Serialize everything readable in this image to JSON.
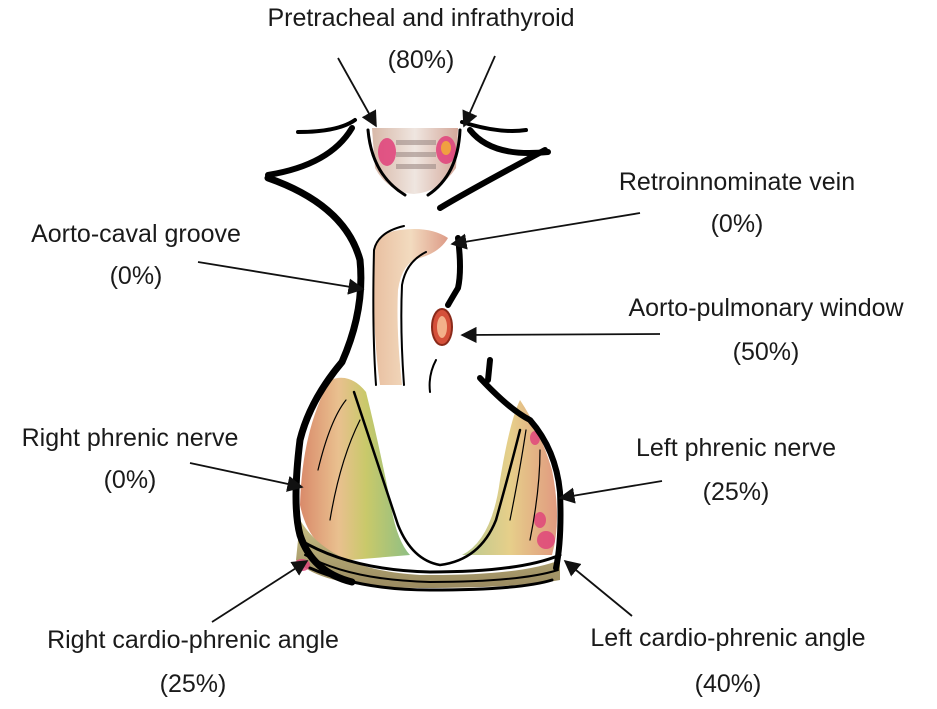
{
  "labels": {
    "pretracheal": {
      "name": "Pretracheal and infrathyroid",
      "pct": "(80%)"
    },
    "retroinnominate": {
      "name": "Retroinnominate vein",
      "pct": "(0%)"
    },
    "aortocaval": {
      "name": "Aorto-caval groove",
      "pct": "(0%)"
    },
    "aortopulmonary": {
      "name": "Aorto-pulmonary window",
      "pct": "(50%)"
    },
    "right_phrenic": {
      "name": "Right phrenic nerve",
      "pct": "(0%)"
    },
    "left_phrenic": {
      "name": "Left phrenic nerve",
      "pct": "(25%)"
    },
    "right_cardiophrenic": {
      "name": "Right cardio-phrenic angle",
      "pct": "(25%)"
    },
    "left_cardiophrenic": {
      "name": "Left cardio-phrenic angle",
      "pct": "(40%)"
    }
  },
  "colors": {
    "outline": "#000000",
    "tissue_peach": "#e8b89a",
    "tissue_green": "#9cc48a",
    "tissue_yellow": "#d9d07a",
    "node_pink": "#e0407a",
    "arrow": "#111111"
  }
}
